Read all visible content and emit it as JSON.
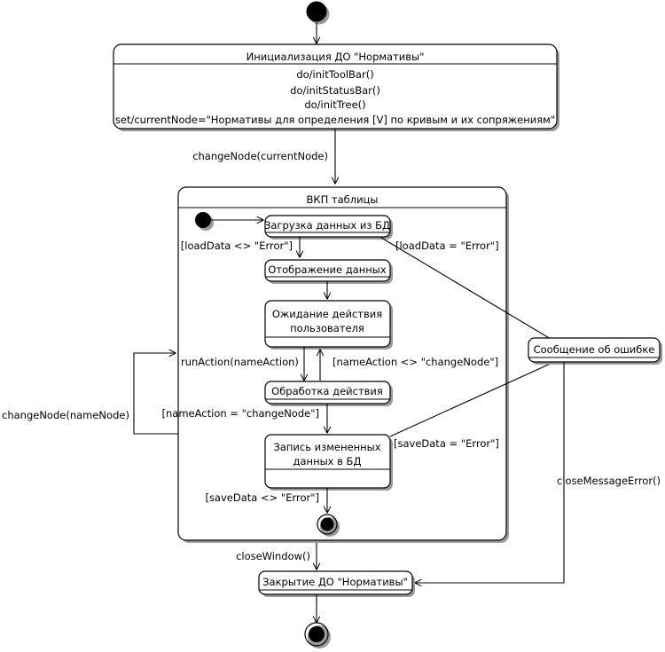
{
  "diagram": {
    "type": "uml-state-machine",
    "title": "",
    "language": "ru"
  },
  "states": {
    "init_app": {
      "name": "Инициализация ДО \"Нормативы\"",
      "actions": [
        "do/initToolBar()",
        "do/initStatusBar()",
        "do/initTree()",
        "set/currentNode=\"Нормативы для определения [V] по кривым и их сопряжениям\""
      ]
    },
    "composite": {
      "name": "ВКП таблицы"
    },
    "load_data": {
      "name": "Загрузка данных из БД"
    },
    "show_data": {
      "name": "Отображение данных"
    },
    "wait_user": {
      "name": "Ожидание действия\nпользователя",
      "line1": "Ожидание действия",
      "line2": "пользователя"
    },
    "process_action": {
      "name": "Обработка действия"
    },
    "save_data": {
      "name": "Запись измененных\nданных в БД",
      "line1": "Запись измененных",
      "line2": "данных в БД"
    },
    "error_message": {
      "name": "Сообщение об ошибке"
    },
    "close_app": {
      "name": "Закрытие ДО \"Нормативы\""
    }
  },
  "transitions": {
    "change_node_current": "changeNode(currentNode)",
    "load_ok": "[loadData <> \"Error\"]",
    "load_error": "[loadData = \"Error\"]",
    "run_action": "runAction(nameAction)",
    "name_action_other": "[nameAction <> \"changeNode\"]",
    "name_action_change": "[nameAction = \"changeNode\"]",
    "save_error": "[saveData = \"Error\"]",
    "save_ok": "[saveData <> \"Error\"]",
    "change_node_name": "changeNode(nameNode)",
    "close_window": "closeWindow()",
    "close_message_error": "closeMessageError()"
  },
  "pseudostates": {
    "start_top": "initial-state",
    "start_composite": "initial-state",
    "final_composite": "final-state",
    "final_bottom": "final-state"
  },
  "colors": {
    "stroke": "#000000",
    "fill": "#ffffff",
    "shadow": "#9a9a9a"
  }
}
